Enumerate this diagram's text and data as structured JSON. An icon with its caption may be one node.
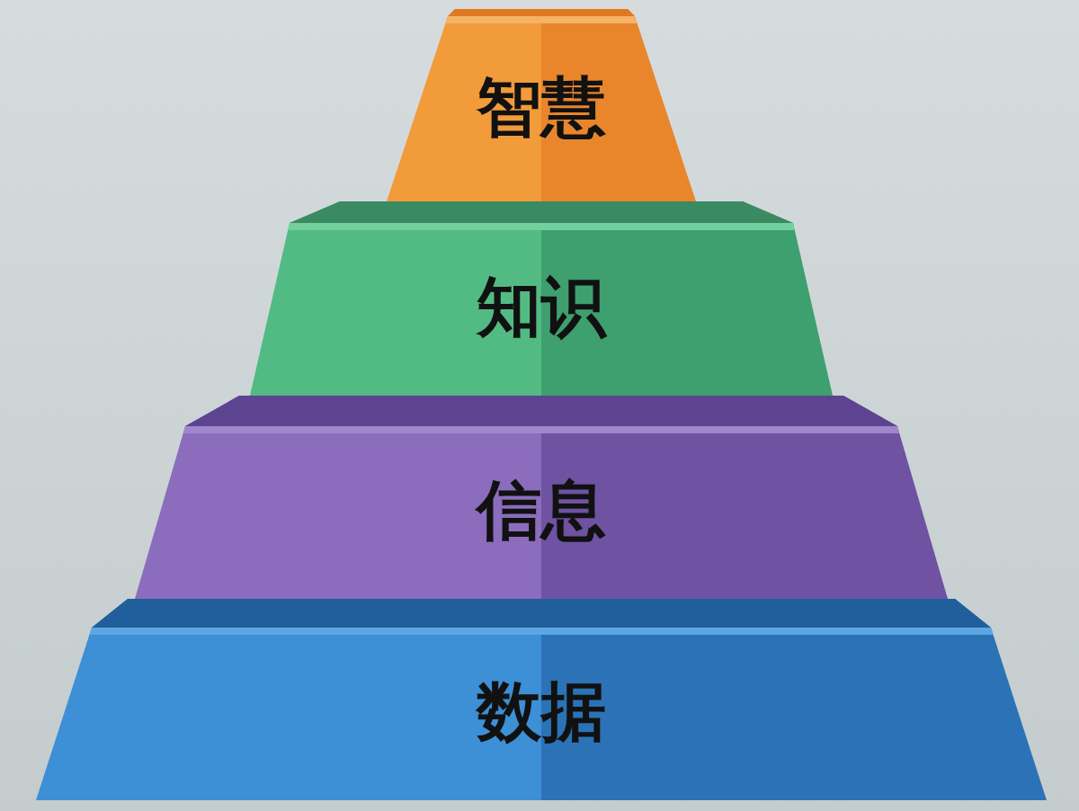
{
  "diagram": {
    "nodes": [
      {
        "text": [
          "智慧"
        ]
      },
      {
        "text": [
          "知识"
        ]
      },
      {
        "text": [
          "信息"
        ]
      },
      {
        "text": [
          "数据"
        ]
      }
    ]
  }
}
